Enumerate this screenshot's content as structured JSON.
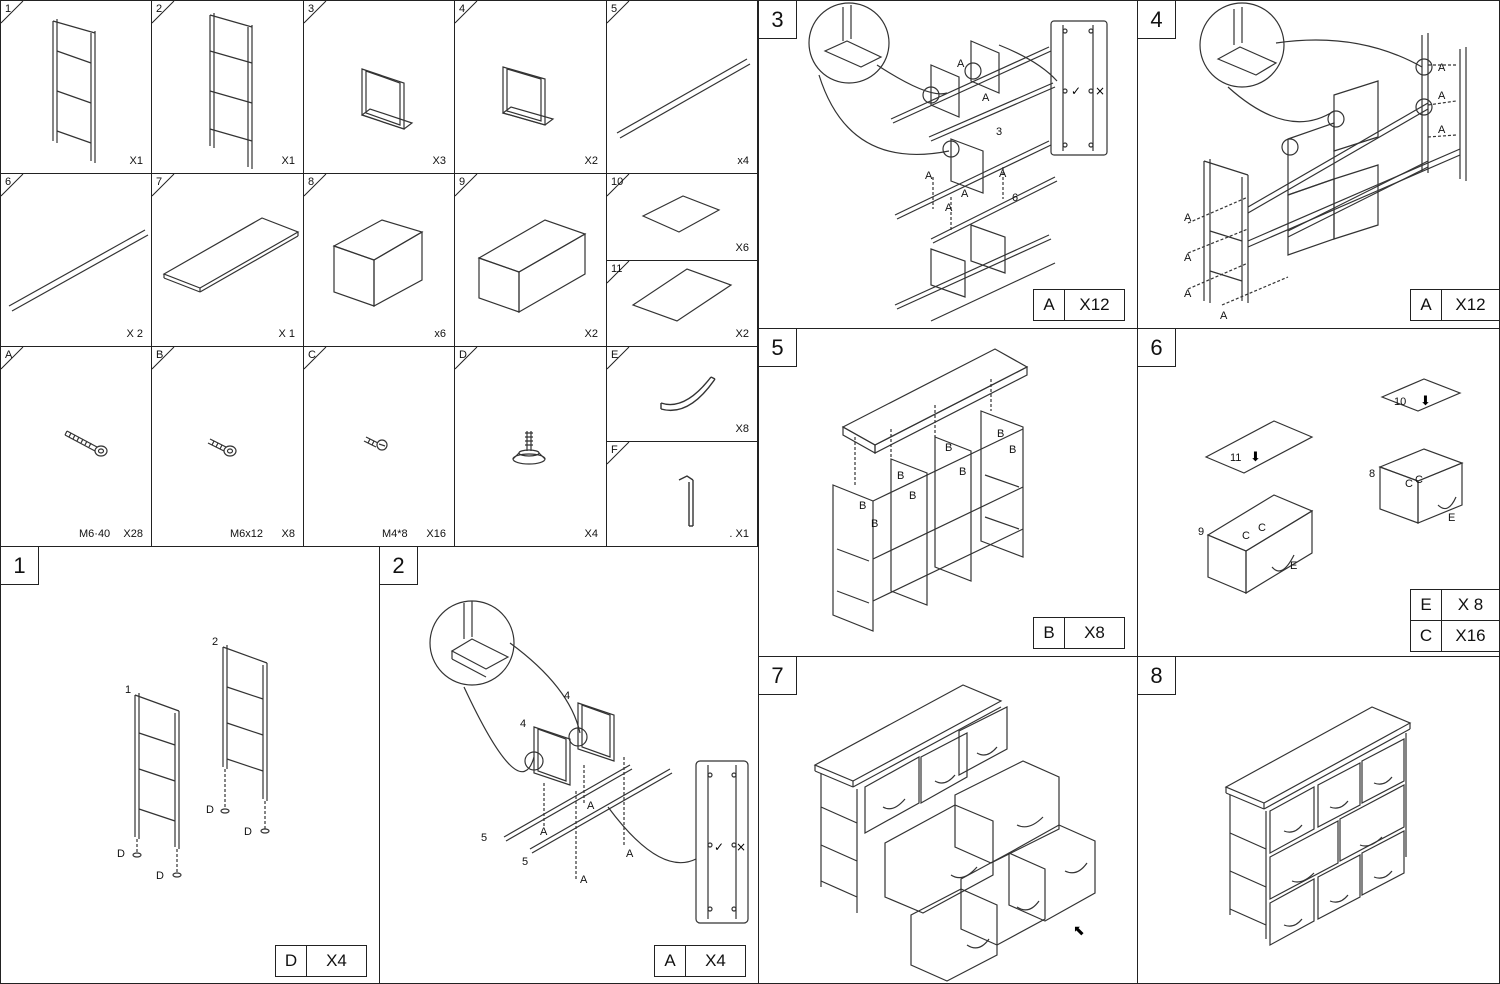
{
  "parts": [
    {
      "id": "1",
      "qty": "X1"
    },
    {
      "id": "2",
      "qty": "X1"
    },
    {
      "id": "3",
      "qty": "X3"
    },
    {
      "id": "4",
      "qty": "X2"
    },
    {
      "id": "5",
      "qty": "x4"
    },
    {
      "id": "6",
      "qty": "X 2"
    },
    {
      "id": "7",
      "qty": "X 1"
    },
    {
      "id": "8",
      "qty": "x6"
    },
    {
      "id": "9",
      "qty": "X2"
    },
    {
      "id": "10",
      "qty": "X6"
    },
    {
      "id": "11",
      "qty": "X2"
    }
  ],
  "hardware": [
    {
      "id": "A",
      "spec": "M6·40",
      "qty": "X28"
    },
    {
      "id": "B",
      "spec": "M6x12",
      "qty": "X8"
    },
    {
      "id": "C",
      "spec": "M4*8",
      "qty": "X16"
    },
    {
      "id": "D",
      "spec": "",
      "qty": "X4"
    },
    {
      "id": "E",
      "spec": "",
      "qty": "X8"
    },
    {
      "id": "F",
      "spec": "",
      "qty": ". X1"
    }
  ],
  "steps": [
    {
      "num": "1",
      "boxes": [
        {
          "letter": "D",
          "qty": "X4"
        }
      ],
      "labels": {
        "p1": "1",
        "p2": "2",
        "d": "D"
      }
    },
    {
      "num": "2",
      "boxes": [
        {
          "letter": "A",
          "qty": "X4"
        }
      ],
      "labels": {
        "p4": "4",
        "p5": "5",
        "a": "A"
      }
    },
    {
      "num": "3",
      "boxes": [
        {
          "letter": "A",
          "qty": "X12"
        }
      ],
      "labels": {
        "p3": "3",
        "p6": "6",
        "a": "A"
      }
    },
    {
      "num": "4",
      "boxes": [
        {
          "letter": "A",
          "qty": "X12"
        }
      ],
      "labels": {
        "a": "A"
      }
    },
    {
      "num": "5",
      "boxes": [
        {
          "letter": "B",
          "qty": "X8"
        }
      ],
      "labels": {
        "b": "B"
      }
    },
    {
      "num": "6",
      "boxes": [
        {
          "letter": "E",
          "qty": "X 8"
        },
        {
          "letter": "C",
          "qty": "X16"
        }
      ],
      "labels": {
        "p8": "8",
        "p9": "9",
        "p10": "10",
        "p11": "11",
        "c": "C",
        "e": "E"
      }
    },
    {
      "num": "7",
      "boxes": [],
      "labels": {}
    },
    {
      "num": "8",
      "boxes": [],
      "labels": {}
    }
  ]
}
